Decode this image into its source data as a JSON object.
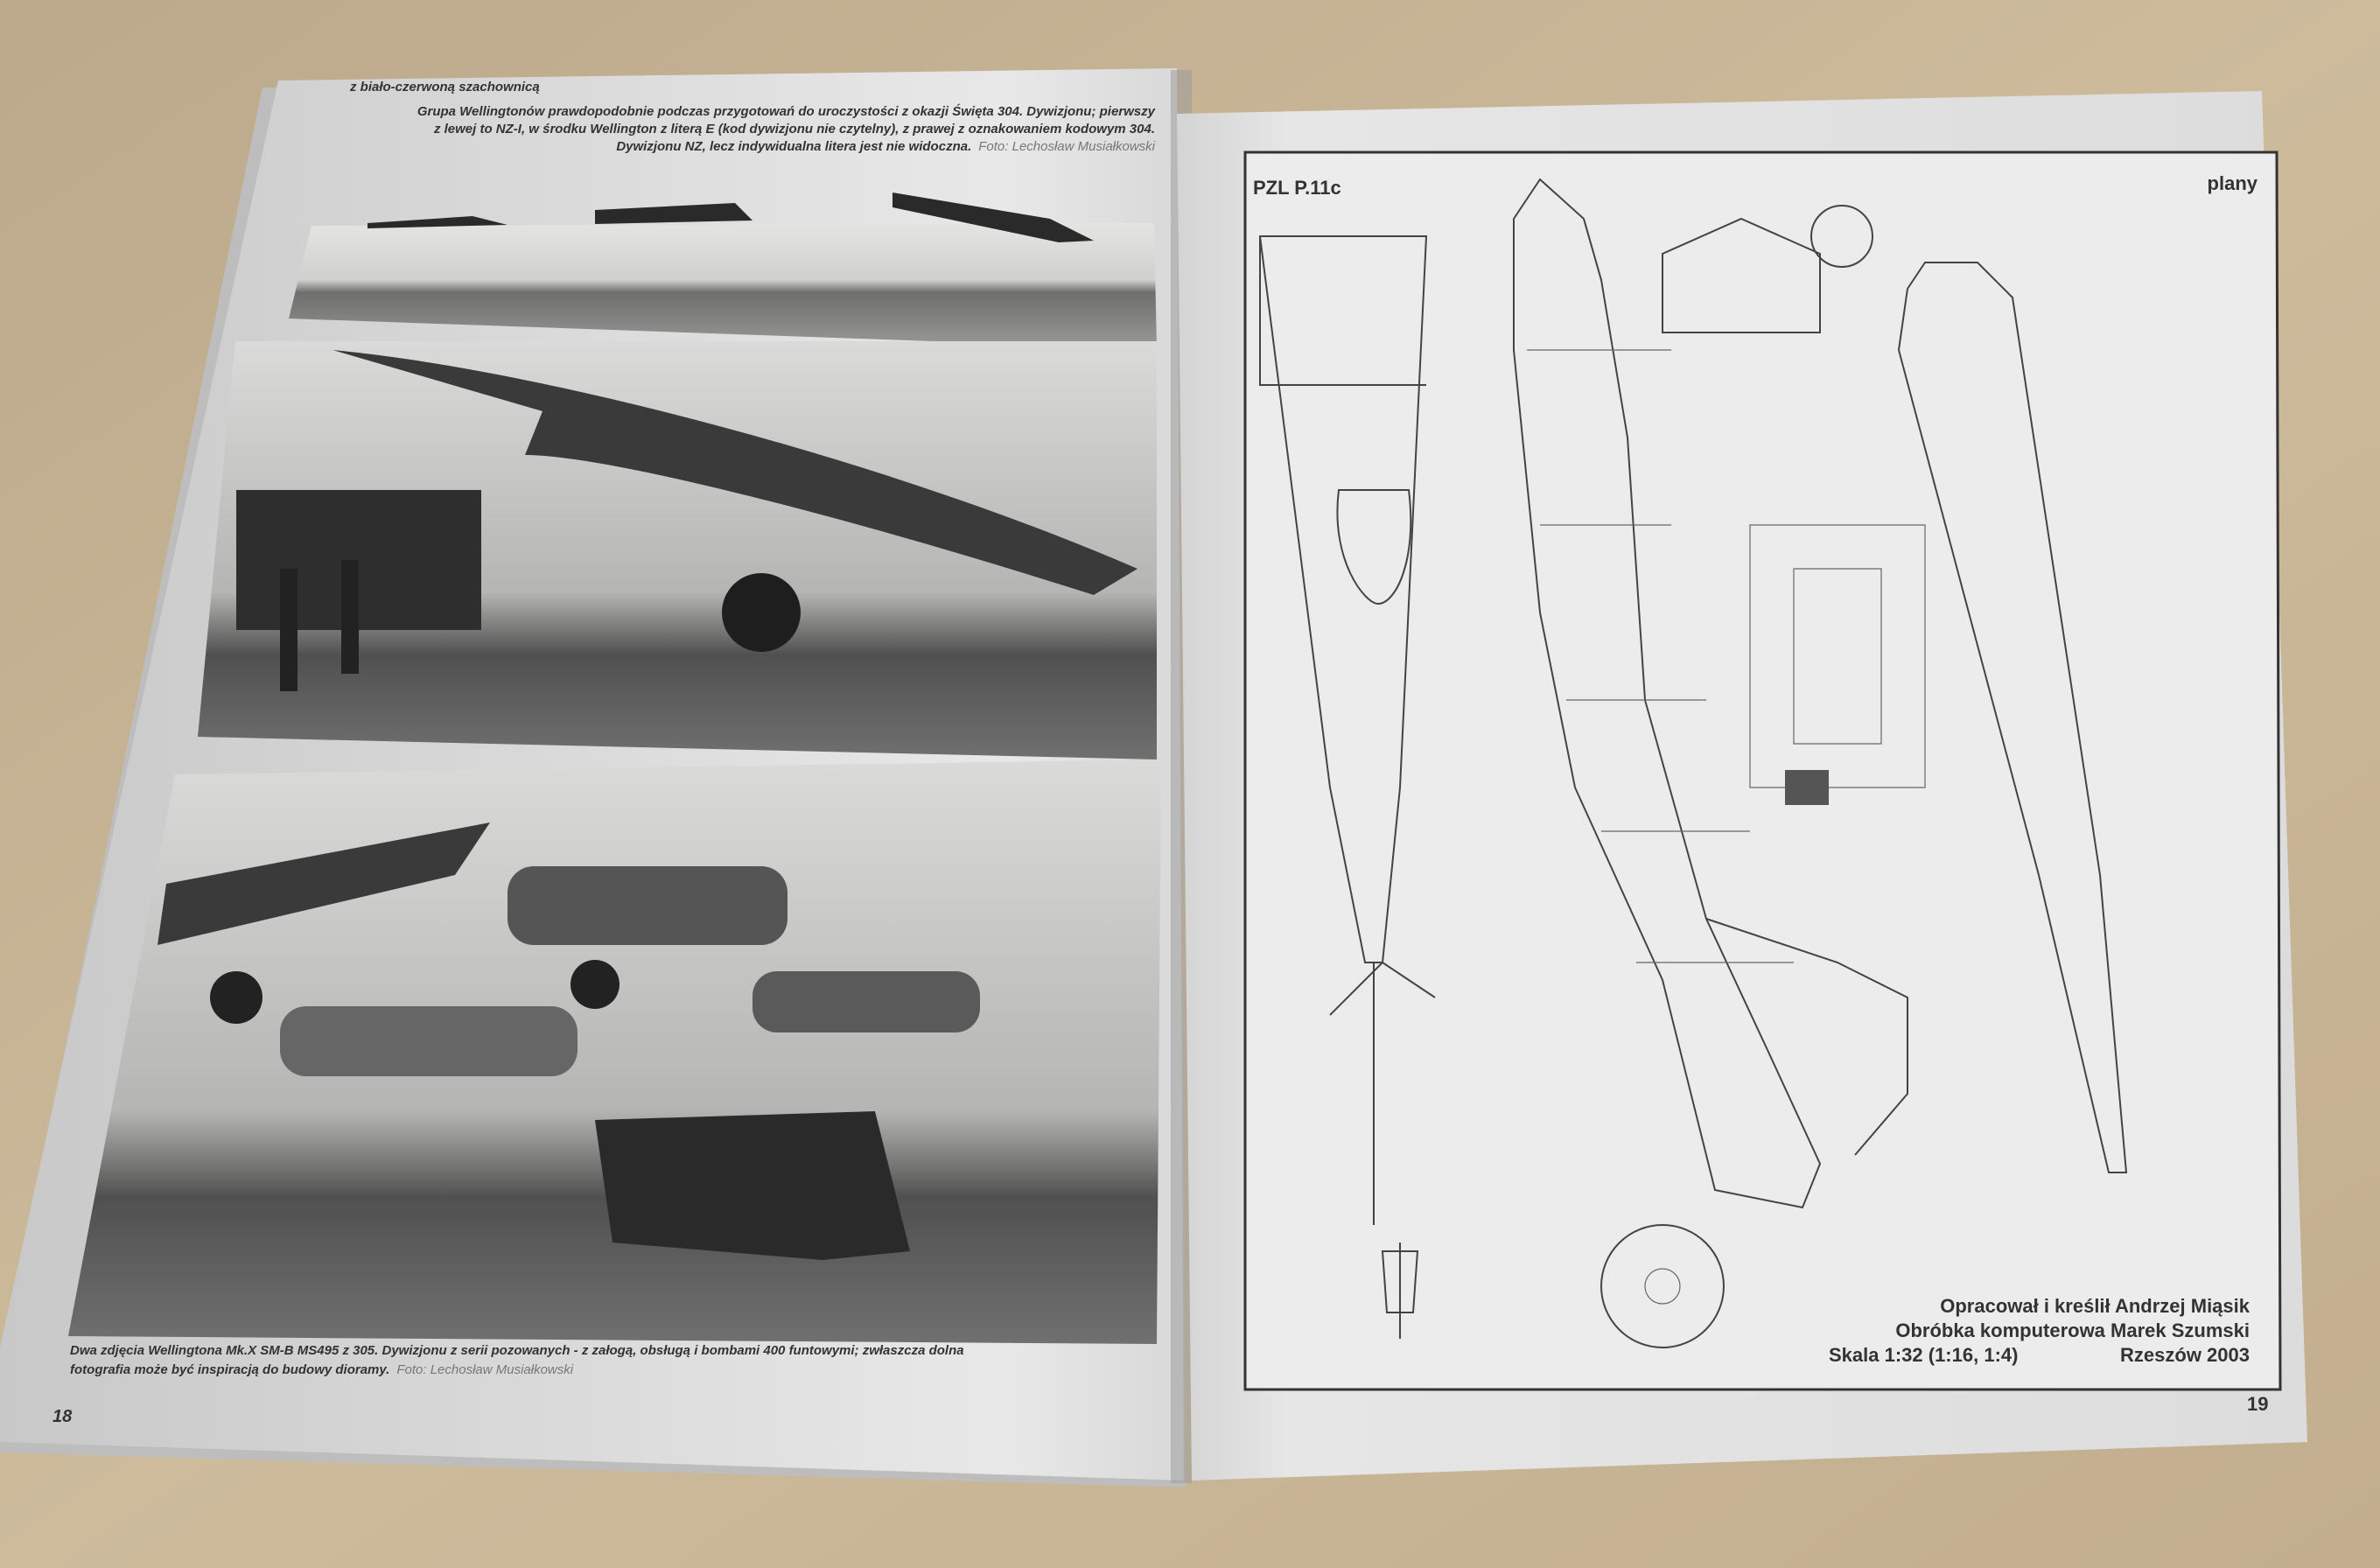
{
  "left_page": {
    "section_header": "z biało-czerwoną szachownicą",
    "top_caption": [
      "Grupa Wellingtonów prawdopodobnie podczas przygotowań do uroczystości z okazji Święta 304. Dywizjonu; pierwszy",
      "z lewej to NZ-I, w środku Wellington z literą E (kod dywizjonu nie czytelny), z prawej z oznakowaniem kodowym 304.",
      "Dywizjonu NZ, lecz indywidualna litera jest nie widoczna."
    ],
    "top_caption_credit": "Foto: Lechosław Musiałkowski",
    "bottom_caption": [
      "Dwa zdjęcia Wellingtona Mk.X SM-B MS495 z 305. Dywizjonu z serii pozowanych - z załogą, obsługą i bombami 400 funtowymi; zwłaszcza dolna",
      "fotografia może być inspiracją do budowy dioramy."
    ],
    "bottom_caption_credit": "Foto: Lechosław Musiałkowski",
    "page_number": "18"
  },
  "right_page": {
    "title": "PZL P.11c",
    "section_tag": "plany",
    "credits": [
      "Opracował i kreślił Andrzej Miąsik",
      "Obróbka komputerowa Marek Szumski"
    ],
    "scale": "Skala 1:32 (1:16, 1:4)",
    "place_year": "Rzeszów 2003",
    "page_number": "19"
  }
}
